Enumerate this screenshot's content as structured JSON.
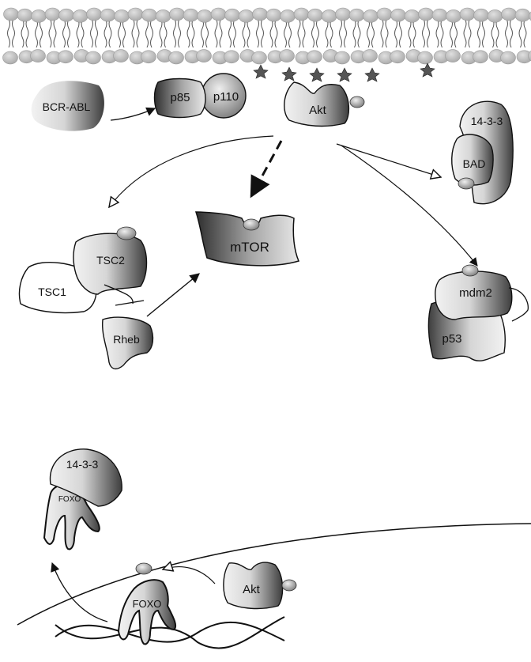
{
  "labels": {
    "bcr_abl": "BCR-ABL",
    "p85": "p85",
    "p110": "p110",
    "akt_top": "Akt",
    "bad_1433": "14-3-3",
    "bad": "BAD",
    "mtor": "mTOR",
    "tsc2": "TSC2",
    "tsc1": "TSC1",
    "rheb": "Rheb",
    "mdm2": "mdm2",
    "p53": "p53",
    "foxo_1433": "14-3-3",
    "foxo_cyto": "FOXO",
    "foxo_nuc": "FOXO",
    "akt_nuc": "Akt"
  },
  "colors": {
    "membrane_head": "#c4c4c4",
    "protein_light": "#e6e6e6",
    "protein_dark": "#5a5a5a",
    "phosphate": "#9a9a9a",
    "outline": "#111111"
  }
}
